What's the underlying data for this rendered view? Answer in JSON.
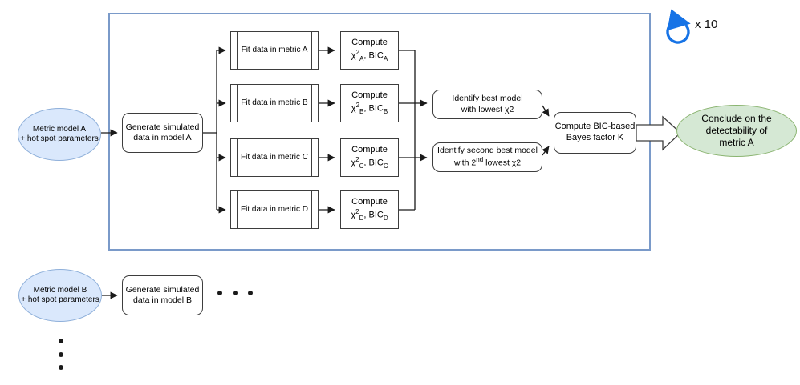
{
  "diagram": {
    "loop_label": "x 10",
    "colors": {
      "blue_node_fill": "#dae8fc",
      "blue_node_stroke": "#8fb0da",
      "green_node_fill": "#d5e8d4",
      "green_node_stroke": "#8ab470",
      "container_stroke": "#7a9ac9",
      "loop_icon_blue": "#1673e6",
      "line_color": "#3d3d3d"
    },
    "nodes": {
      "metric_a": {
        "line1": "Metric model A",
        "line2": "+ hot spot parameters"
      },
      "generate_a": {
        "line1": "Generate simulated",
        "line2": "data in model A"
      },
      "fit_a": {
        "label": "Fit data in metric A"
      },
      "fit_b": {
        "label": "Fit data in metric B"
      },
      "fit_c": {
        "label": "Fit data in metric C"
      },
      "fit_d": {
        "label": "Fit data in metric D"
      },
      "compute_a": {
        "line1": "Compute",
        "chi": "χ",
        "sup": "2",
        "sub": "A",
        "sep": ", ",
        "bic": "BIC"
      },
      "compute_b": {
        "line1": "Compute",
        "chi": "χ",
        "sup": "2",
        "sub": "B",
        "sep": ", ",
        "bic": "BIC"
      },
      "compute_c": {
        "line1": "Compute",
        "chi": "χ",
        "sup": "2",
        "sub": "C",
        "sep": ", ",
        "bic": "BIC"
      },
      "compute_d": {
        "line1": "Compute",
        "chi": "χ",
        "sup": "2",
        "sub": "D",
        "sep": ", ",
        "bic": "BIC"
      },
      "identify_best": {
        "line1": "Identify best model",
        "line2": "with lowest χ2"
      },
      "identify_second": {
        "line1": "Identify second best model",
        "l2a": "with 2",
        "l2sup": "nd",
        "l2b": " lowest χ2"
      },
      "bayes": {
        "line1": "Compute BIC-based",
        "line2": "Bayes factor K"
      },
      "conclude": {
        "line1": "Conclude on the",
        "line2": "detectability of",
        "line3": "metric A"
      },
      "metric_b": {
        "line1": "Metric model B",
        "line2": "+ hot spot parameters"
      },
      "generate_b": {
        "line1": "Generate simulated",
        "line2": "data in model B"
      }
    }
  }
}
